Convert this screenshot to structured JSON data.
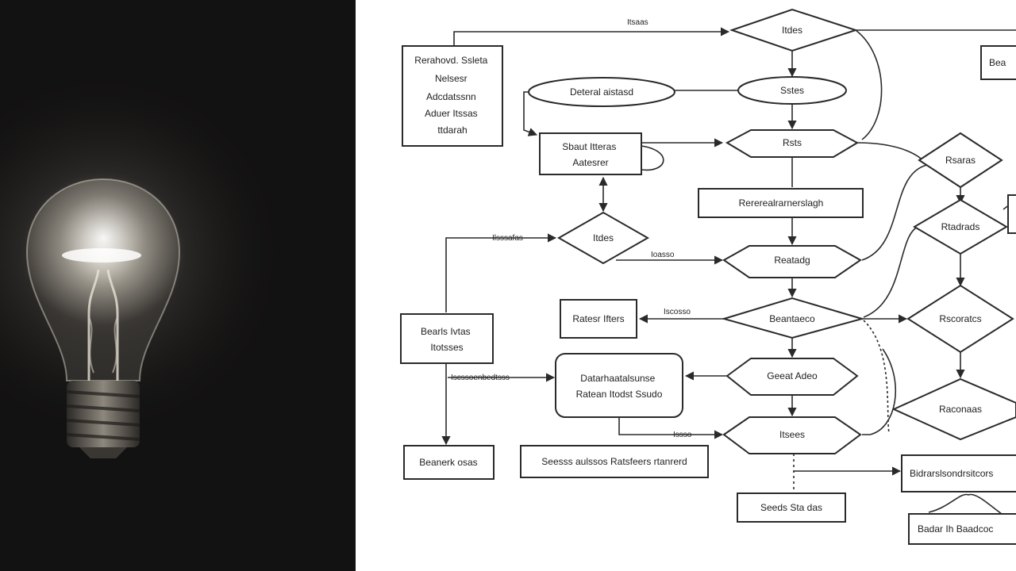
{
  "illustration": {
    "name": "light bulb",
    "background_color": "#131212",
    "glow_color": "#f4f0e6"
  },
  "diagram": {
    "stroke_color": "#2a2a2a",
    "background_color": "#ffffff",
    "nodes": [
      {
        "id": "n1",
        "shape": "rect",
        "lines": [
          "Rerahovd. Ssleta",
          "Nelsesr",
          "Adcdatssnn",
          "Aduer Itssas",
          "ttdarah"
        ]
      },
      {
        "id": "n2",
        "shape": "ellipse",
        "lines": [
          "Deteral aistasd"
        ]
      },
      {
        "id": "n3",
        "shape": "rect",
        "lines": [
          "Sbaut Itteras",
          "Aatesrer"
        ]
      },
      {
        "id": "n4",
        "shape": "diamond",
        "lines": [
          "Itdes"
        ]
      },
      {
        "id": "n5",
        "shape": "rect",
        "lines": [
          "Bearls Ivtas",
          "Itotsses"
        ]
      },
      {
        "id": "n6",
        "shape": "rect",
        "lines": [
          "Ratesr Ifters"
        ]
      },
      {
        "id": "n7",
        "shape": "rounded",
        "lines": [
          "Datarhaatalsunse",
          "Ratean Itodst Ssudo"
        ]
      },
      {
        "id": "n8",
        "shape": "rect",
        "lines": [
          "Beanerk osas"
        ]
      },
      {
        "id": "n9",
        "shape": "rect",
        "lines": [
          "Seesss aulssos Ratsfeers rtanrerd"
        ]
      },
      {
        "id": "d1",
        "shape": "diamond",
        "lines": [
          "Itdes"
        ]
      },
      {
        "id": "d2",
        "shape": "ellipse",
        "lines": [
          "Sstes"
        ]
      },
      {
        "id": "d3",
        "shape": "hexagon",
        "lines": [
          "Rsts"
        ]
      },
      {
        "id": "n10",
        "shape": "rect",
        "lines": [
          "Rererealrarnerslagh"
        ]
      },
      {
        "id": "d4",
        "shape": "hexagon",
        "lines": [
          "Reatadg"
        ]
      },
      {
        "id": "d5",
        "shape": "diamond",
        "lines": [
          "Beantaeco"
        ]
      },
      {
        "id": "d6",
        "shape": "hexagon",
        "lines": [
          "Geeat Adeo"
        ]
      },
      {
        "id": "d7",
        "shape": "hexagon",
        "lines": [
          "Itsees"
        ]
      },
      {
        "id": "n11",
        "shape": "rect",
        "lines": [
          "Seeds Sta das"
        ]
      },
      {
        "id": "n12",
        "shape": "rect",
        "lines": [
          "Bea"
        ]
      },
      {
        "id": "d8",
        "shape": "diamond",
        "lines": [
          "Rsaras"
        ]
      },
      {
        "id": "d9",
        "shape": "diamond",
        "lines": [
          "Rtadrads"
        ]
      },
      {
        "id": "d10",
        "shape": "diamond",
        "lines": [
          "Rscoratcs"
        ]
      },
      {
        "id": "d11",
        "shape": "diamond",
        "lines": [
          "Raconaas"
        ]
      },
      {
        "id": "n13",
        "shape": "rect",
        "lines": [
          "Bidrarslsondrsitcors"
        ]
      },
      {
        "id": "n14",
        "shape": "rect",
        "lines": [
          "Badar Ih Baadcoc"
        ]
      }
    ],
    "edge_labels": [
      "Itsaas",
      "Ilsssafas",
      "Ioasso",
      "Iscosso",
      "Iscssoenbedtsss",
      "Issso"
    ]
  }
}
